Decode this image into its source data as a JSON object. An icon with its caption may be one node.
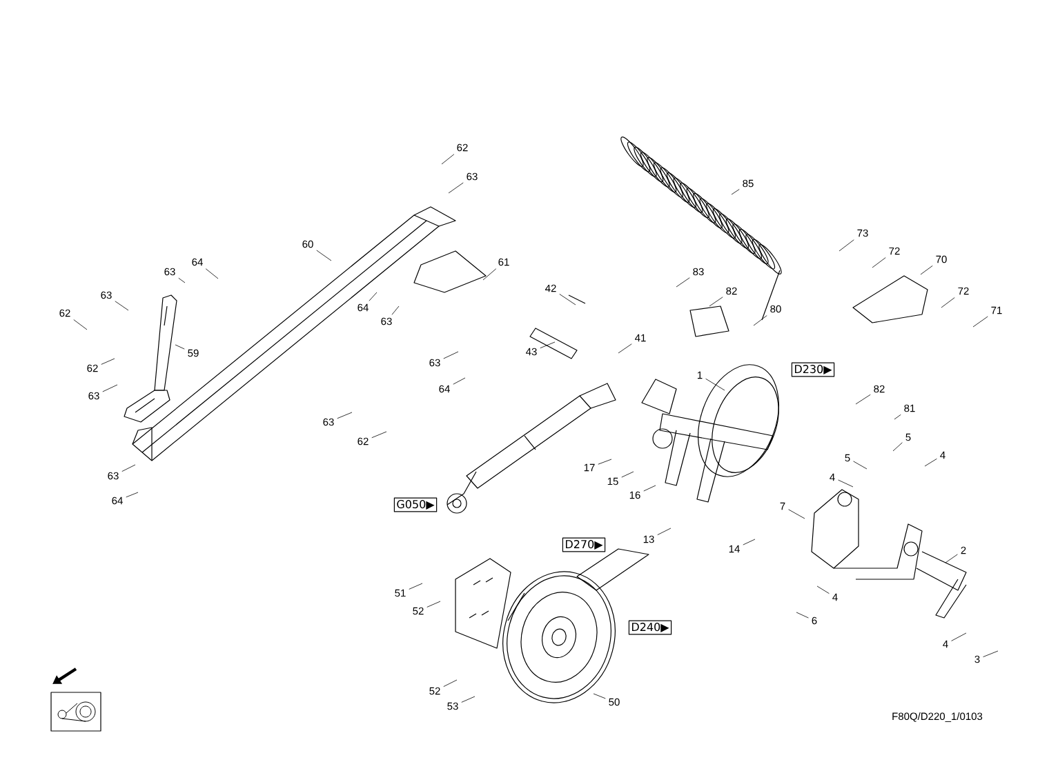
{
  "diagram": {
    "nodes": [
      {
        "text": [
          "62"
        ]
      },
      {
        "text": [
          "85"
        ]
      },
      {
        "text": [
          "63"
        ]
      },
      {
        "text": [
          "73"
        ]
      },
      {
        "text": [
          "60"
        ]
      },
      {
        "text": [
          "72"
        ]
      },
      {
        "text": [
          "70"
        ]
      },
      {
        "text": [
          "64"
        ]
      },
      {
        "text": [
          "61"
        ]
      },
      {
        "text": [
          "83"
        ]
      },
      {
        "text": [
          "63"
        ]
      },
      {
        "text": [
          "42"
        ]
      },
      {
        "text": [
          "72"
        ]
      },
      {
        "text": [
          "82"
        ]
      },
      {
        "text": [
          "63"
        ]
      },
      {
        "text": [
          "64"
        ]
      },
      {
        "text": [
          "80"
        ]
      },
      {
        "text": [
          "71"
        ]
      },
      {
        "text": [
          "62"
        ]
      },
      {
        "text": [
          "63"
        ]
      },
      {
        "text": [
          "41"
        ]
      },
      {
        "text": [
          "43"
        ]
      },
      {
        "text": [
          "59"
        ]
      },
      {
        "text": [
          "63"
        ]
      },
      {
        "text": [
          "62"
        ]
      },
      {
        "text": [
          "D230▶"
        ]
      },
      {
        "text": [
          "1"
        ]
      },
      {
        "text": [
          "64"
        ]
      },
      {
        "text": [
          "82"
        ]
      },
      {
        "text": [
          "63"
        ]
      },
      {
        "text": [
          "81"
        ]
      },
      {
        "text": [
          "63"
        ]
      },
      {
        "text": [
          "5"
        ]
      },
      {
        "text": [
          "62"
        ]
      },
      {
        "text": [
          "4"
        ]
      },
      {
        "text": [
          "5"
        ]
      },
      {
        "text": [
          "17"
        ]
      },
      {
        "text": [
          "63"
        ]
      },
      {
        "text": [
          "4"
        ]
      },
      {
        "text": [
          "15"
        ]
      },
      {
        "text": [
          "16"
        ]
      },
      {
        "text": [
          "G050▶"
        ]
      },
      {
        "text": [
          "64"
        ]
      },
      {
        "text": [
          "7"
        ]
      },
      {
        "text": [
          "D270▶"
        ]
      },
      {
        "text": [
          "13"
        ]
      },
      {
        "text": [
          "14"
        ]
      },
      {
        "text": [
          "2"
        ]
      },
      {
        "text": [
          "51"
        ]
      },
      {
        "text": [
          "4"
        ]
      },
      {
        "text": [
          "52"
        ]
      },
      {
        "text": [
          "6"
        ]
      },
      {
        "text": [
          "D240▶"
        ]
      },
      {
        "text": [
          "4"
        ]
      },
      {
        "text": [
          "3"
        ]
      },
      {
        "text": [
          "52"
        ]
      },
      {
        "text": [
          "50"
        ]
      },
      {
        "text": [
          "53"
        ]
      }
    ],
    "edges": [
      {
        "from": 0,
        "to": null,
        "arrow": "none"
      },
      {
        "from": 1,
        "to": null,
        "arrow": "none"
      },
      {
        "from": 2,
        "to": null,
        "arrow": "none"
      },
      {
        "from": 3,
        "to": null,
        "arrow": "none"
      },
      {
        "from": 4,
        "to": null,
        "arrow": "none"
      },
      {
        "from": 5,
        "to": null,
        "arrow": "none"
      },
      {
        "from": 6,
        "to": null,
        "arrow": "none"
      },
      {
        "from": 7,
        "to": null,
        "arrow": "none"
      },
      {
        "from": 8,
        "to": null,
        "arrow": "none"
      },
      {
        "from": 9,
        "to": null,
        "arrow": "none"
      },
      {
        "from": 10,
        "to": null,
        "arrow": "none"
      },
      {
        "from": 11,
        "to": null,
        "arrow": "none"
      },
      {
        "from": 12,
        "to": null,
        "arrow": "none"
      },
      {
        "from": 13,
        "to": null,
        "arrow": "none"
      },
      {
        "from": 14,
        "to": null,
        "arrow": "none"
      },
      {
        "from": 15,
        "to": null,
        "arrow": "none"
      },
      {
        "from": 16,
        "to": null,
        "arrow": "none"
      },
      {
        "from": 17,
        "to": null,
        "arrow": "none"
      },
      {
        "from": 18,
        "to": null,
        "arrow": "none"
      },
      {
        "from": 19,
        "to": null,
        "arrow": "none"
      },
      {
        "from": 20,
        "to": null,
        "arrow": "none"
      },
      {
        "from": 21,
        "to": null,
        "arrow": "none"
      },
      {
        "from": 22,
        "to": null,
        "arrow": "none"
      },
      {
        "from": 23,
        "to": null,
        "arrow": "none"
      },
      {
        "from": 24,
        "to": null,
        "arrow": "none"
      },
      {
        "from": 26,
        "to": null,
        "arrow": "none"
      },
      {
        "from": 27,
        "to": null,
        "arrow": "none"
      },
      {
        "from": 28,
        "to": null,
        "arrow": "none"
      },
      {
        "from": 29,
        "to": null,
        "arrow": "none"
      },
      {
        "from": 30,
        "to": null,
        "arrow": "none"
      },
      {
        "from": 31,
        "to": null,
        "arrow": "none"
      },
      {
        "from": 32,
        "to": null,
        "arrow": "none"
      },
      {
        "from": 33,
        "to": null,
        "arrow": "none"
      },
      {
        "from": 34,
        "to": null,
        "arrow": "none"
      },
      {
        "from": 35,
        "to": null,
        "arrow": "none"
      },
      {
        "from": 36,
        "to": null,
        "arrow": "none"
      },
      {
        "from": 37,
        "to": null,
        "arrow": "none"
      },
      {
        "from": 38,
        "to": null,
        "arrow": "none"
      },
      {
        "from": 39,
        "to": null,
        "arrow": "none"
      },
      {
        "from": 40,
        "to": null,
        "arrow": "none"
      },
      {
        "from": 42,
        "to": null,
        "arrow": "none"
      },
      {
        "from": 43,
        "to": null,
        "arrow": "none"
      },
      {
        "from": 45,
        "to": null,
        "arrow": "none"
      },
      {
        "from": 46,
        "to": null,
        "arrow": "none"
      },
      {
        "from": 47,
        "to": null,
        "arrow": "none"
      },
      {
        "from": 48,
        "to": null,
        "arrow": "none"
      },
      {
        "from": 49,
        "to": null,
        "arrow": "none"
      },
      {
        "from": 50,
        "to": null,
        "arrow": "none"
      },
      {
        "from": 51,
        "to": null,
        "arrow": "none"
      },
      {
        "from": 53,
        "to": null,
        "arrow": "none"
      },
      {
        "from": 54,
        "to": null,
        "arrow": "none"
      },
      {
        "from": 55,
        "to": null,
        "arrow": "none"
      },
      {
        "from": 56,
        "to": null,
        "arrow": "none"
      },
      {
        "from": 57,
        "to": null,
        "arrow": "none"
      }
    ],
    "labels": [
      "F80Q/D220_1/0103"
    ]
  }
}
